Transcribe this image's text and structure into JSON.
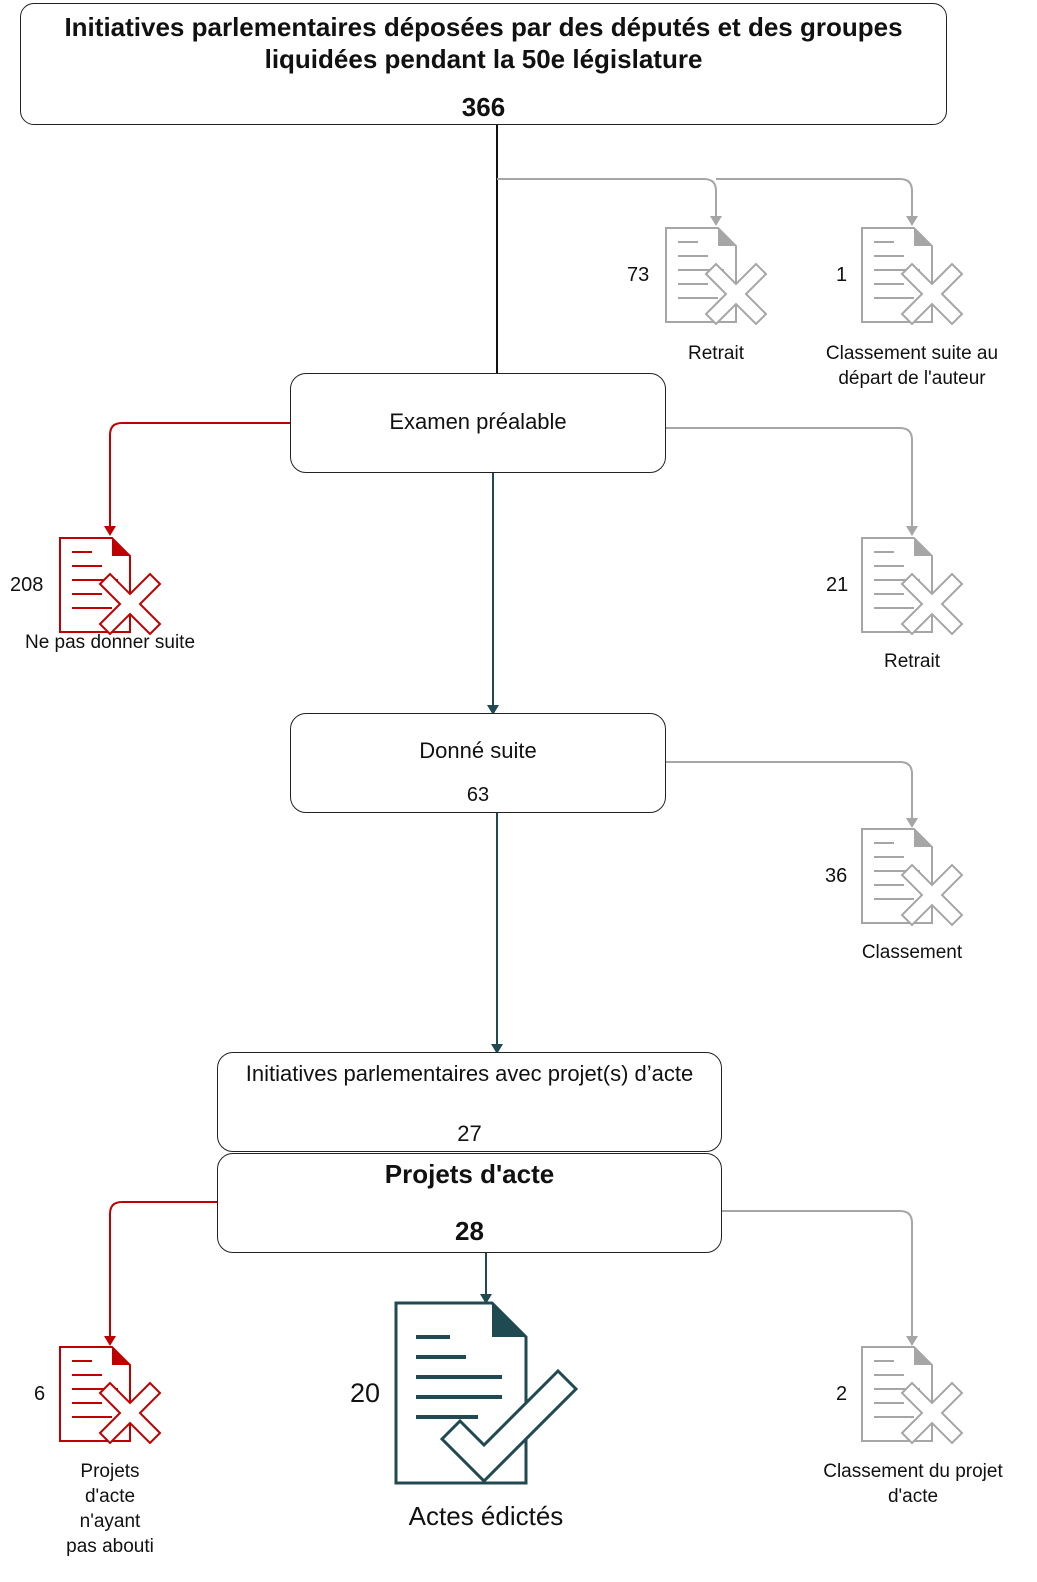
{
  "colors": {
    "gray": "#a6a6a6",
    "red": "#c00000",
    "dark": "#1f4a52",
    "black": "#111111"
  },
  "header": {
    "title_line1": "Initiatives parlementaires déposées par des députés et des groupes",
    "title_line2": "liquidées pendant la 50e législature",
    "total": "366"
  },
  "top_outcomes": [
    {
      "count": "73",
      "label": "Retrait",
      "icon": "document-x-icon"
    },
    {
      "count": "1",
      "label_line1": "Classement suite au",
      "label_line2": "départ de l'auteur",
      "icon": "document-x-icon"
    }
  ],
  "examen": {
    "label": "Examen préalable"
  },
  "examen_outcomes": {
    "rejected": {
      "count": "208",
      "label": "Ne pas donner suite",
      "icon": "document-x-icon"
    },
    "withdrawn": {
      "count": "21",
      "label": "Retrait",
      "icon": "document-x-icon"
    }
  },
  "donne_suite": {
    "label": "Donné suite",
    "count": "63"
  },
  "donne_outcomes": {
    "count": "36",
    "label": "Classement",
    "icon": "document-x-icon"
  },
  "initiatives_projets": {
    "label": "Initiatives parlementaires avec projet(s) d’acte",
    "count": "27"
  },
  "projets": {
    "label": "Projets d'acte",
    "count": "28"
  },
  "projets_outcomes": {
    "failed": {
      "count": "6",
      "label_lines": [
        "Projets",
        "d'acte",
        "n'ayant",
        "pas abouti"
      ],
      "icon": "document-x-icon"
    },
    "enacted": {
      "count": "20",
      "label": "Actes édictés",
      "icon": "document-check-icon"
    },
    "closed": {
      "count": "2",
      "label_line1": "Classement du projet",
      "label_line2": "d'acte",
      "icon": "document-x-icon"
    }
  }
}
